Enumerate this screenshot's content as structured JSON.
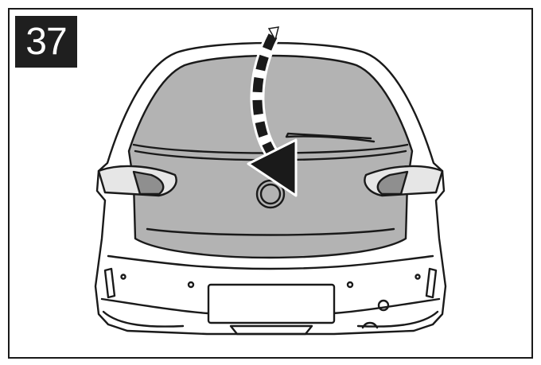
{
  "step": {
    "number": "37"
  },
  "illustration": {
    "subject": "car-rear-tailgate",
    "highlight_color": "#b3b3b3",
    "line_color": "#1a1a1a",
    "arrow_direction": "down"
  }
}
